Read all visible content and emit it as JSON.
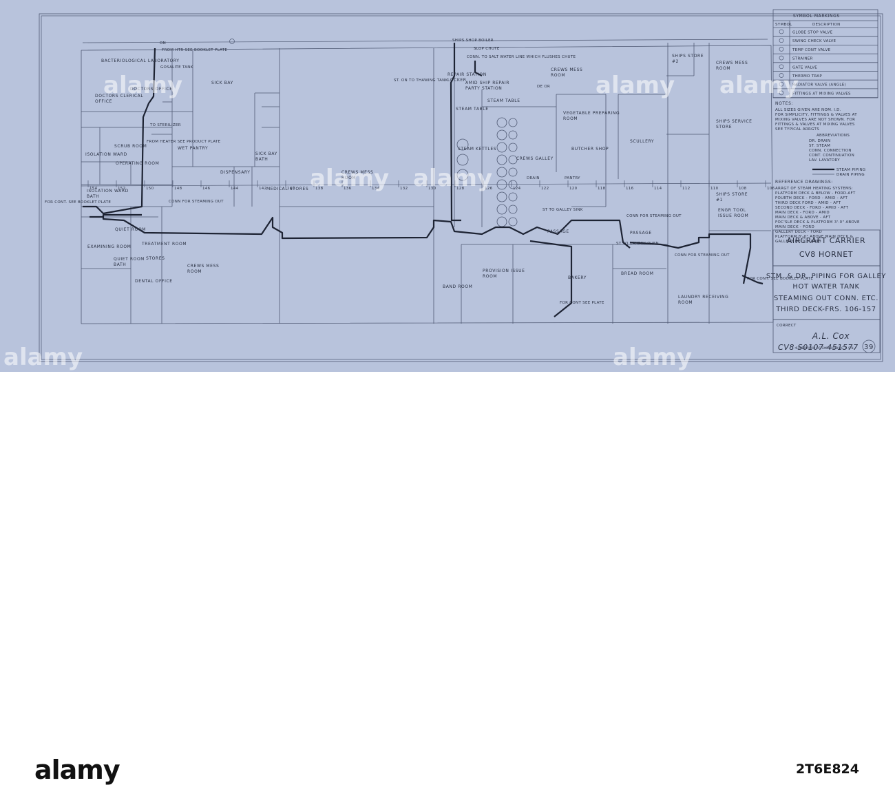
{
  "drawing": {
    "top_note": "FROM HTR-SEE BOOKLET PLATE",
    "top_note_tag": "ON",
    "sheet_no": "39",
    "catalog_no": "CV8-S0107-451577",
    "signature": "A.L. Cox",
    "signature_caption": "SUPERVISOR OF SHIPBUILDING U.S.N.",
    "correct": "CORRECT"
  },
  "symbols": {
    "title": "SYMBOL MARKINGS",
    "col_symbol": "SYMBOL",
    "col_description": "DESCRIPTION",
    "rows": [
      "GLOBE STOP VALVE",
      "SWING CHECK VALVE",
      "TEMP CONT VALVE",
      "STRAINER",
      "GATE VALVE",
      "THERMO TRAP",
      "RADIATOR VALVE (ANGLE)",
      "FITTINGS AT MIXING VALVES"
    ]
  },
  "notes": {
    "heading": "NOTES:",
    "lines": [
      "ALL SIZES GIVEN ARE NOM. I.D.",
      "FOR SIMPLICITY, FITTINGS & VALVES AT",
      "MIXING VALVES ARE NOT SHOWN. FOR",
      "FITTINGS & VALVES AT MIXING VALVES",
      "SEE TYPICAL ARRGTS"
    ]
  },
  "abbreviations": {
    "heading": "ABBREVIATIONS",
    "lines": [
      "DR.   DRAIN",
      "ST.   STEAM",
      "CONN. CONNECTION",
      "CONT. CONTINUATION",
      "LAV.  LAVATORY"
    ]
  },
  "legend": {
    "steam": "STEAM PIPING",
    "drain": "DRAIN PIPING"
  },
  "reference": {
    "heading": "REFERENCE DRAWINGS:",
    "lines": [
      "ARRGT OF STEAM HEATING SYSTEMS:",
      "PLATFORM DECK & BELOW - FORD-AFT",
      "FOURTH DECK - FORD - AMID - AFT",
      "THIRD DECK    FORD - AMID - AFT",
      "SECOND DECK - FORD - AMID - AFT",
      "MAIN DECK  -   FORD - AMID",
      "MAIN DECK & ABOVE - AFT",
      "FOC'SLE DECK & PLATFORM 3'-0\" ABOVE",
      "  MAIN DECK - FORD",
      "GALLERY DECK - FORD",
      "PLATFORM 8'-0\" ABOVE MAIN DECK &",
      "  GALLERY DECK - AMID"
    ]
  },
  "title_block": {
    "ship": "AIRCRAFT CARRIER",
    "hull": "CV8 HORNET",
    "line1": "STM. & DR. PIPING FOR GALLEY",
    "line2": "HOT WATER TANK",
    "line3": "STEAMING OUT CONN. ETC.",
    "line4": "THIRD DECK-FRS. 106-157"
  },
  "rooms": [
    "BACTERIOLOGICAL LABORATORY",
    "DOCTORS CLERICAL OFFICE",
    "DOCTORS OFFICE",
    "SICK BAY",
    "ISOLATION WARD",
    "SCRUB ROOM",
    "OPERATING ROOM",
    "WET PANTRY",
    "SICK BAY BATH",
    "DISPENSARY",
    "MEDICAL STORES",
    "ISOLATION WARD BATH",
    "QUIET ROOM",
    "EXAMINING ROOM",
    "TREATMENT ROOM",
    "QUIET ROOM BATH",
    "STORES",
    "DENTAL OFFICE",
    "CREWS MESS ROOM",
    "CREWS MESS ROOM",
    "REPAIR STATION LOCKER",
    "AMID SHIP REPAIR PARTY STATION",
    "CREWS MESS ROOM",
    "STEAM TABLE",
    "STEAM TABLE",
    "STEAM KETTLES",
    "CREWS GALLEY",
    "VEGETABLE PREPARING ROOM",
    "BUTCHER SHOP",
    "SCULLERY",
    "SHIPS STORE #2",
    "CREWS MESS ROOM",
    "SHIPS SERVICE STORE",
    "SHIPS STORE #1",
    "ENGR TOOL ISSUE ROOM",
    "PASSAGE",
    "PASSAGE",
    "PROVISION ISSUE ROOM",
    "BAKERY",
    "BREAD ROOM",
    "LAUNDRY RECEIVING ROOM",
    "BAND ROOM"
  ],
  "pipe_notes": [
    "SHIPS SHOP BOILER",
    "SLOP CHUTE",
    "CONN. TO SALT WATER LINE WHICH FLUSHES CHUTE",
    "ST. ON TO THAWING TANK",
    "GOSALITE TANK",
    "TO STERILIZER",
    "FROM HEATER SEE PRODUCT PLATE",
    "CONN FOR STEAMING OUT",
    "CONN FOR STEAMING OUT",
    "CONN FOR STEAMING OUT",
    "FOR CONT SEE PLATE",
    "FOR CONT. SEE BOOKLET PLATE",
    "FOR CONT. SEE BOOKLET PLATE",
    "ST TO BAKERY OVEN",
    "ST TO GALLEY SINK",
    "DE OR",
    "PANTRY",
    "DRAIN"
  ],
  "frames": [
    "154",
    "152",
    "150",
    "148",
    "146",
    "144",
    "142",
    "140",
    "138",
    "136",
    "134",
    "132",
    "130",
    "128",
    "126",
    "124",
    "122",
    "120",
    "118",
    "116",
    "114",
    "112",
    "110",
    "108",
    "106"
  ],
  "watermark": "alamy",
  "footer": {
    "brand": "alamy",
    "stock_id": "2T6E824"
  },
  "colors": {
    "paper": "#b8c3dc",
    "ink": "#1d2333",
    "line": "#4e5872"
  }
}
